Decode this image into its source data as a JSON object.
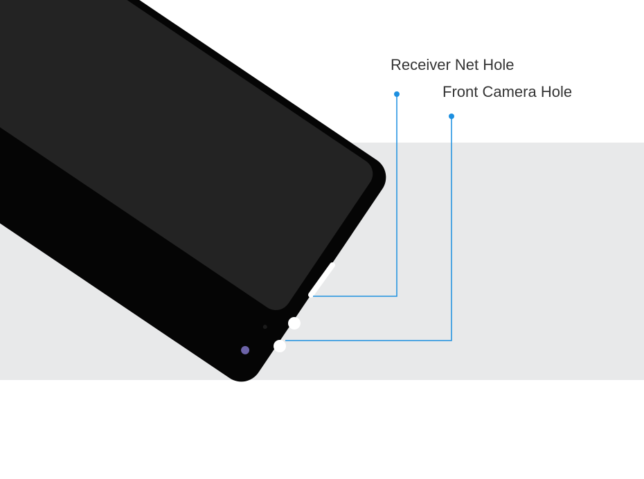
{
  "callouts": {
    "receiver": {
      "label": "Receiver Net Hole"
    },
    "camera": {
      "label": "Front Camera Hole"
    }
  },
  "colors": {
    "background": "#ffffff",
    "backdrop_band": "#e8e9ea",
    "phone_frame": "#050505",
    "screen": "#232323",
    "callout_line": "#1c8fe0",
    "sensor_dot": "#6c63a8",
    "hole_fill": "#ffffff",
    "label_text": "#333333"
  },
  "icons": [
    "phone-display-assembly",
    "receiver-slot",
    "front-camera-hole",
    "sensor-hole",
    "light-sensor-dot"
  ]
}
